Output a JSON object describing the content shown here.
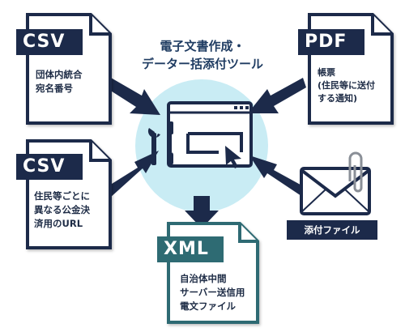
{
  "title": {
    "line1": "電子文書作成・",
    "line2": "データー括添付ツール"
  },
  "csv_top": {
    "badge": "CSV",
    "lines": [
      "団体内統合",
      "宛名番号"
    ]
  },
  "csv_bottom": {
    "badge": "CSV",
    "lines": [
      "住民等ごとに",
      "異なる公金決",
      "済用のURL"
    ]
  },
  "pdf": {
    "badge": "PDF",
    "lines": [
      "帳票",
      "(住民等に送付",
      "する通知)"
    ]
  },
  "attachment": {
    "label": "添付ファイル"
  },
  "xml": {
    "badge": "XML",
    "lines": [
      "自治体中間",
      "サーバー送信用",
      "電文ファイル"
    ]
  },
  "colors": {
    "navy": "#1c2a4a",
    "teal": "#2e6b73",
    "circle": "#c9ecf4",
    "doc_fill": "#ffffff",
    "arrow": "#1c2a4a"
  },
  "icons": [
    "tools-icon",
    "window-icon",
    "cursor-icon",
    "envelope-icon",
    "paperclip-icon"
  ]
}
